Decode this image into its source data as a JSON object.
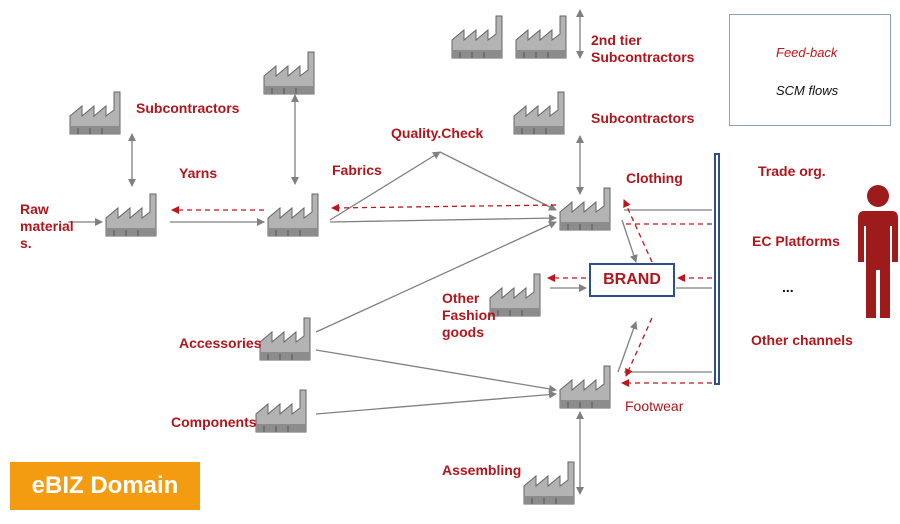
{
  "labels": {
    "raw_materials": "Raw\nmaterial\ns.",
    "subcontractors_left": "Subcontractors",
    "yarns": "Yarns",
    "fabrics": "Fabrics",
    "quality_check": "Quality.Check",
    "second_tier": "2nd tier\nSubcontractors",
    "subcontractors_right": "Subcontractors",
    "clothing": "Clothing",
    "brand": "BRAND",
    "other_fashion": "Other\nFashion\ngoods",
    "accessories": "Accessories",
    "components": "Components",
    "footwear": "Footwear",
    "assembling": "Assembling",
    "trade_org": "Trade org.",
    "ec_platforms": "EC Platforms",
    "ellipsis": "...",
    "other_channels": "Other channels"
  },
  "legend": {
    "feedback": "Feed-back",
    "scm_flows": "SCM flows"
  },
  "badge": "eBIZ Domain",
  "colors": {
    "label_red": "#b0161b",
    "feedback_red": "#c0151b",
    "flow_gray": "#808080",
    "badge_orange": "#f39c12",
    "person": "#9e1b1b",
    "bar_blue": "#2f4f8a"
  },
  "icons": [
    "factory-icon",
    "person-icon"
  ]
}
